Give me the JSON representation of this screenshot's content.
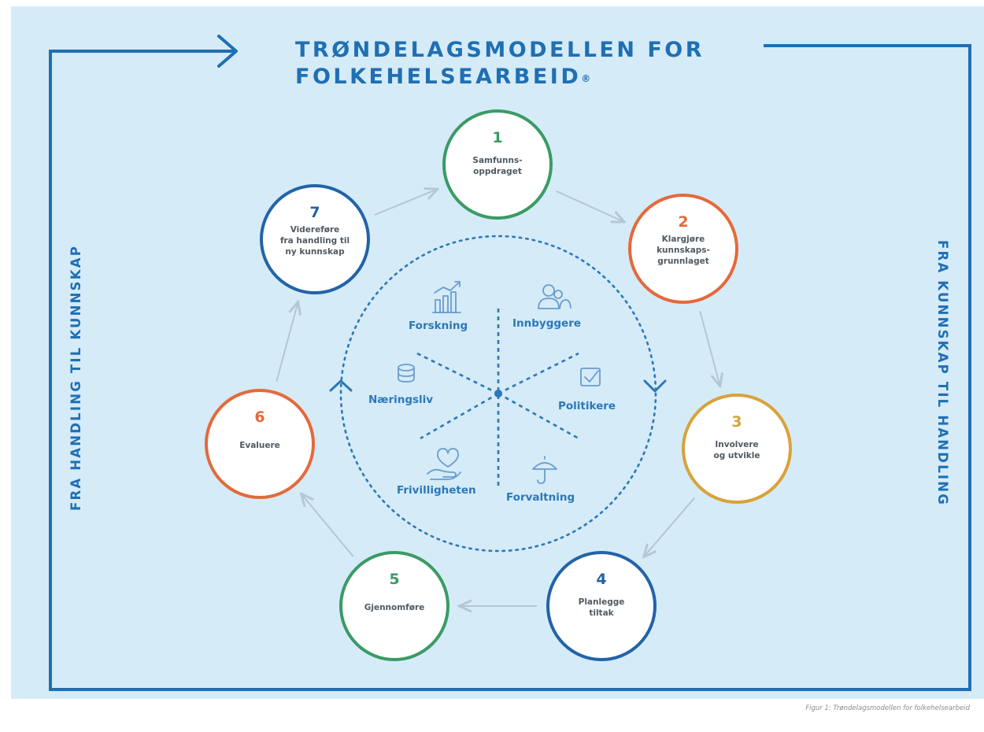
{
  "title": {
    "line1": "TRØNDELAGSMODELLEN FOR",
    "line2": "FOLKEHELSEARBEID",
    "registered_mark": "®"
  },
  "side_labels": {
    "left": "FRA HANDLING TIL KUNNSKAP",
    "right": "FRA KUNNSKAP TIL HANDLING"
  },
  "steps": [
    {
      "number": "1",
      "lines": [
        "Samfunns-",
        "oppdraget"
      ],
      "color": "#3a9b64"
    },
    {
      "number": "2",
      "lines": [
        "Klargjøre",
        "kunnskaps-",
        "grunnlaget"
      ],
      "color": "#e5693a"
    },
    {
      "number": "3",
      "lines": [
        "Involvere",
        "og utvikle"
      ],
      "color": "#d9a23a"
    },
    {
      "number": "4",
      "lines": [
        "Planlegge",
        "tiltak"
      ],
      "color": "#2363a8"
    },
    {
      "number": "5",
      "lines": [
        "Gjennomføre"
      ],
      "color": "#3a9b64"
    },
    {
      "number": "6",
      "lines": [
        "Evaluere"
      ],
      "color": "#e5693a"
    },
    {
      "number": "7",
      "lines": [
        "Videreføre",
        "fra handling til",
        "ny kunnskap"
      ],
      "color": "#2363a8"
    }
  ],
  "stakeholders": [
    {
      "label": "Forskning",
      "icon": "bar-chart-icon"
    },
    {
      "label": "Innbyggere",
      "icon": "people-icon"
    },
    {
      "label": "Politikere",
      "icon": "checkbox-icon"
    },
    {
      "label": "Forvaltning",
      "icon": "umbrella-icon"
    },
    {
      "label": "Frivilligheten",
      "icon": "heart-hand-icon"
    },
    {
      "label": "Næringsliv",
      "icon": "coins-icon"
    }
  ],
  "colors": {
    "background": "#d5ebf8",
    "frame": "#1f6fb3",
    "connector": "#b4c7d3",
    "dotted": "#2c78b8"
  },
  "caption": "Figur 1: Trøndelagsmodellen for folkehelsearbeid"
}
